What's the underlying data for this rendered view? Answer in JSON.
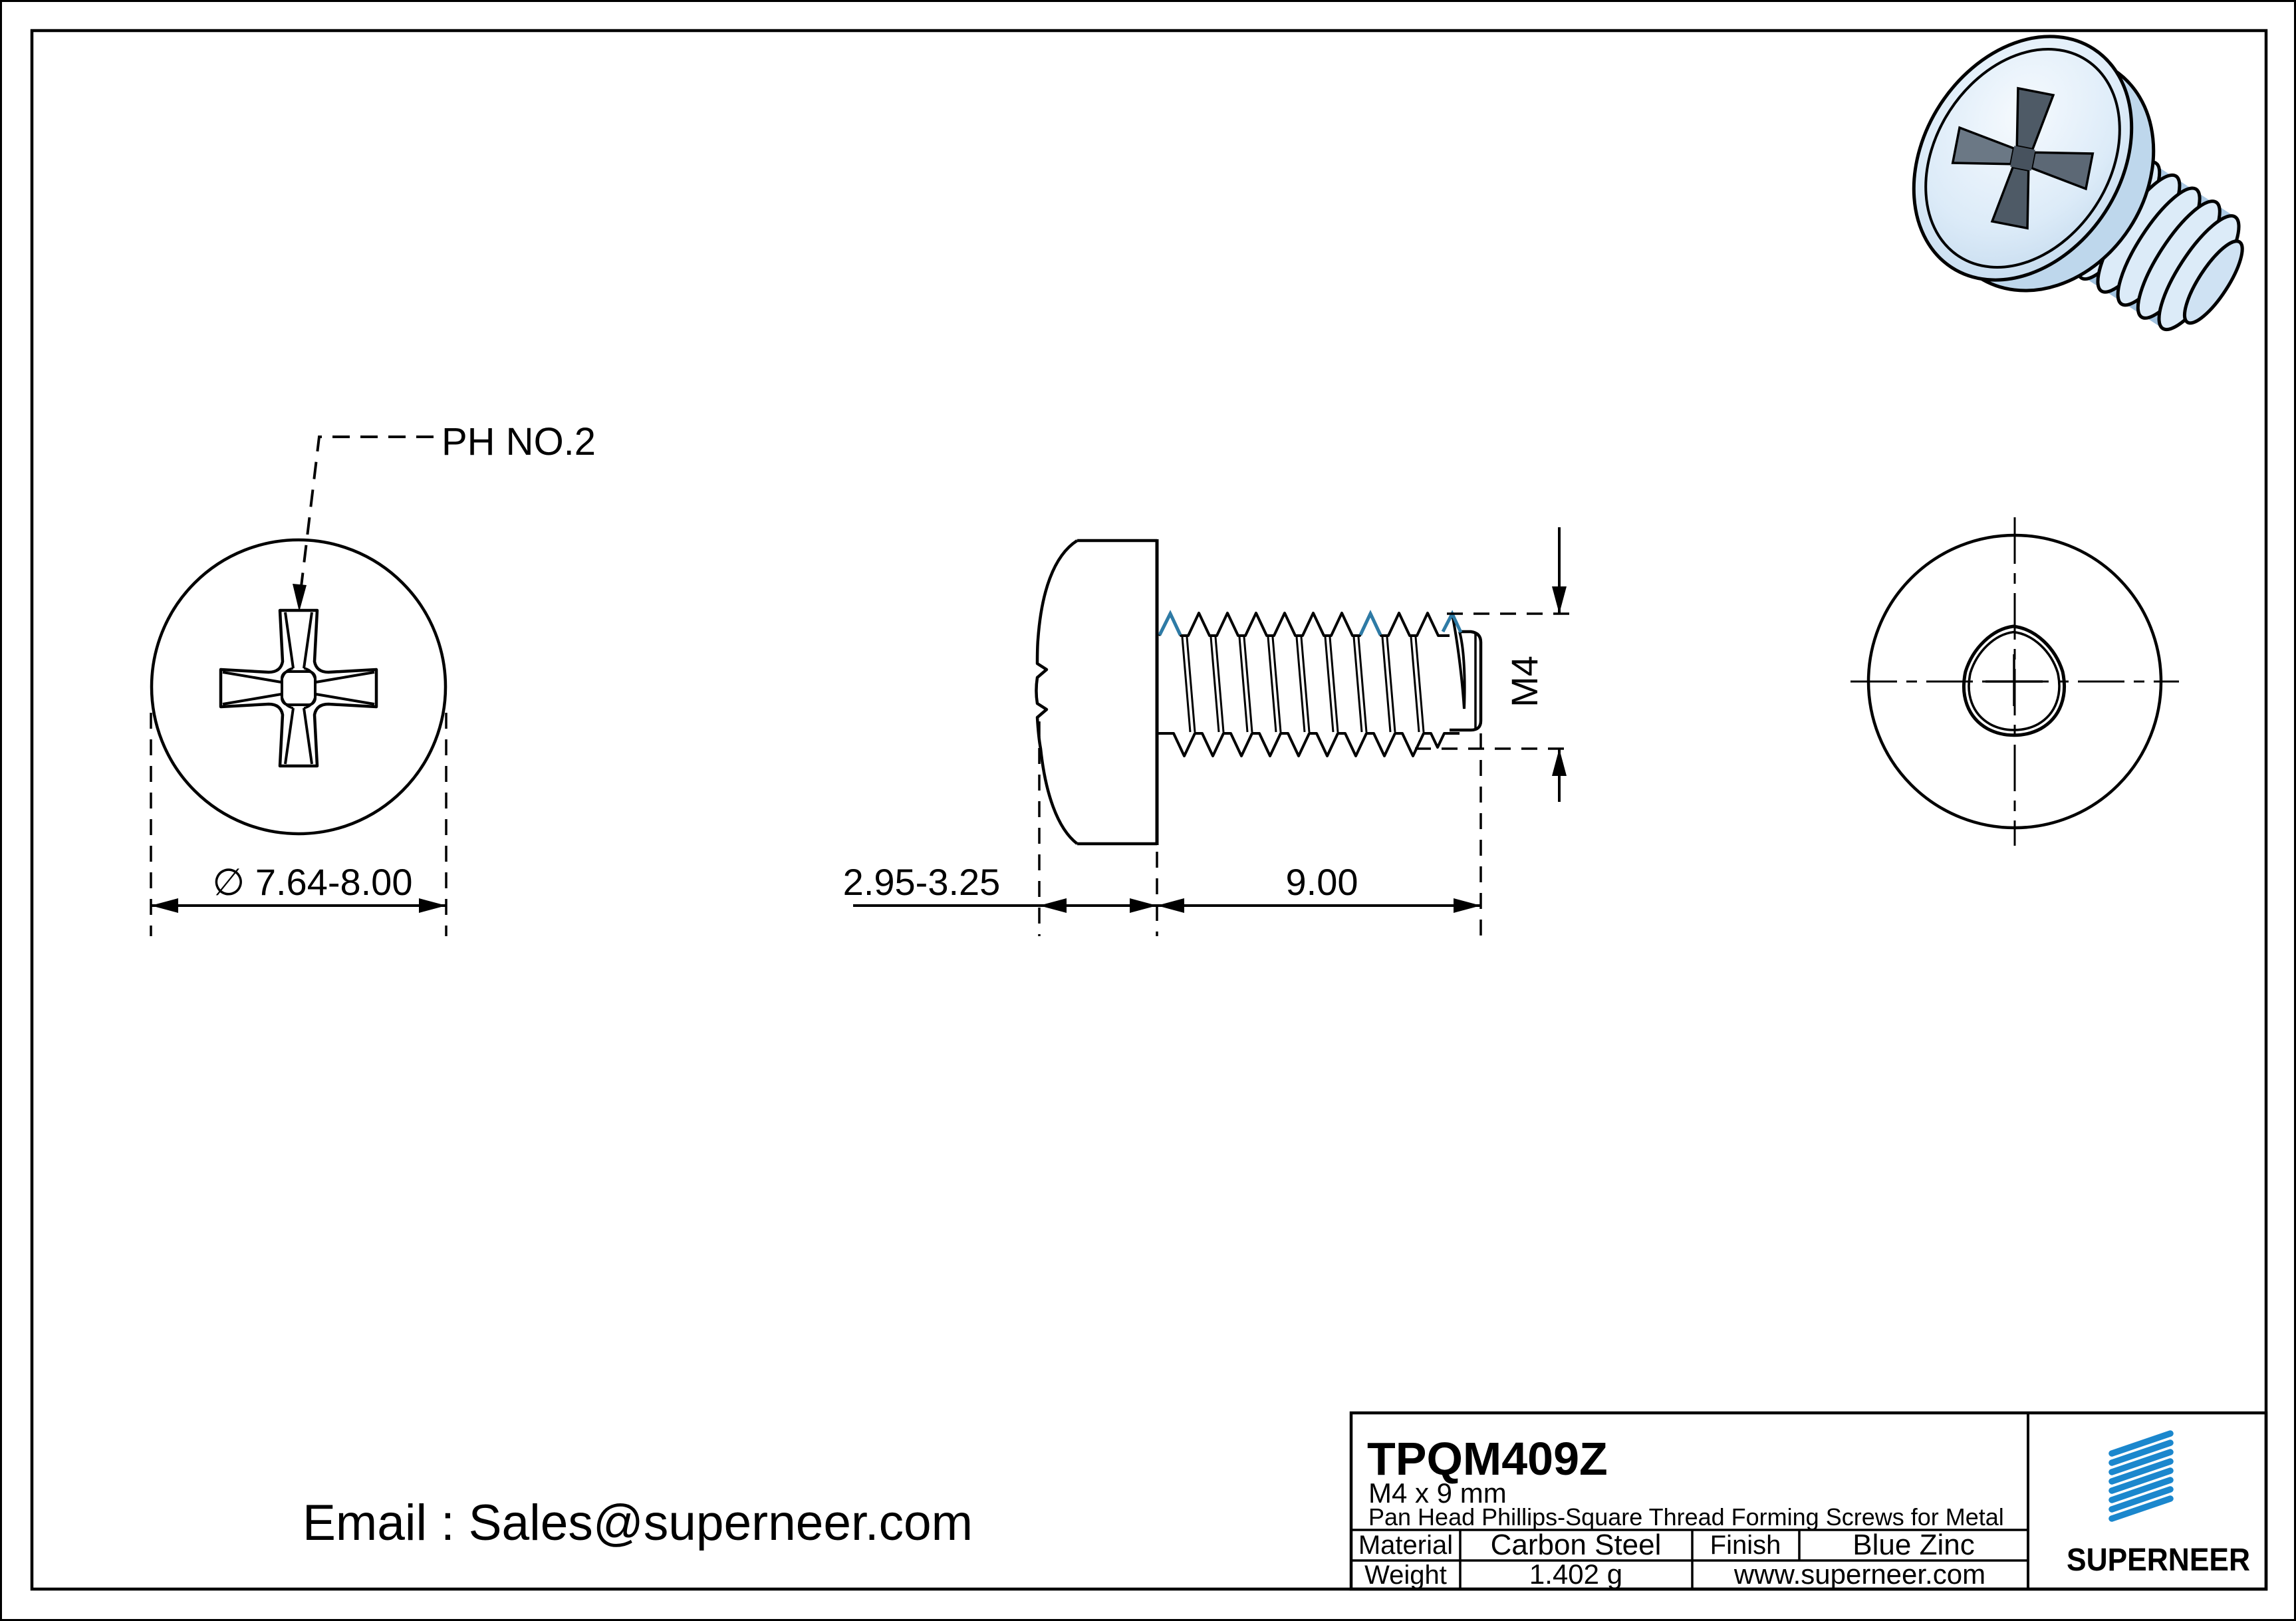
{
  "page": {
    "background": "#ffffff"
  },
  "colors": {
    "line": "#000000",
    "accent_blue": "#1b87cd",
    "link_blue": "#1e8bd8",
    "thread_highlight": "#2e7ba6",
    "render_body": "#d9e8f6",
    "render_body_shade": "#b9d2e9",
    "render_recess": "#4e5a66"
  },
  "front_view": {
    "recess_label": "PH NO.2",
    "diameter_dim": "∅ 7.64-8.00"
  },
  "side_view": {
    "head_height_dim": "2.95-3.25",
    "thread_length_dim": "9.00",
    "thread_size_dim": "M4"
  },
  "title_block": {
    "part_number": "TPQM409Z",
    "size_line": "M4 x 9 mm",
    "description": "Pan Head Phillips-Square Thread Forming Screws for Metal",
    "material_label": "Material",
    "material_value": "Carbon Steel",
    "finish_label": "Finish",
    "finish_value": "Blue Zinc",
    "weight_label": "Weight",
    "weight_value": "1.402 g",
    "website": "www.superneer.com",
    "brand": "SUPERNEER"
  },
  "contact": {
    "email_line": "Email : Sales@superneer.com"
  }
}
